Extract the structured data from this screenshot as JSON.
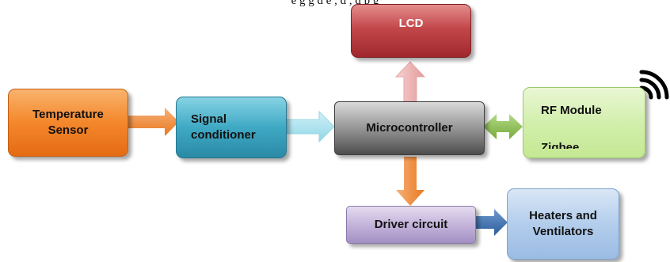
{
  "top_text": "e             g       g        d                               e                   ,     d                  ,       d         p                    g",
  "blocks": {
    "lcd": "LCD",
    "temperature_sensor": [
      "Temperature",
      "Sensor"
    ],
    "signal_conditioner": [
      "Signal",
      "conditioner"
    ],
    "microcontroller": "Microcontroller",
    "rf_module": "RF Module",
    "rf_module_cut": "Zigbee",
    "driver_circuit": "Driver circuit",
    "heaters_ventilators": [
      "Heaters and",
      "Ventilators"
    ]
  },
  "colors": {
    "lcd": "#b8383c",
    "temperature_sensor": "#f4872b",
    "signal_conditioner": "#3fa9c4",
    "microcontroller": "#808080",
    "rf_module": "#d3efad",
    "driver_circuit": "#c0b0d8",
    "heaters_ventilators": "#b3cdec",
    "arrow_orange": "#f08a35",
    "arrow_cyan": "#a6e2ee",
    "arrow_pink": "#efb3b3",
    "arrow_green": "#8cbf52",
    "arrow_blue": "#3a6fb0"
  },
  "icons": [
    "wireless-signal-icon"
  ]
}
